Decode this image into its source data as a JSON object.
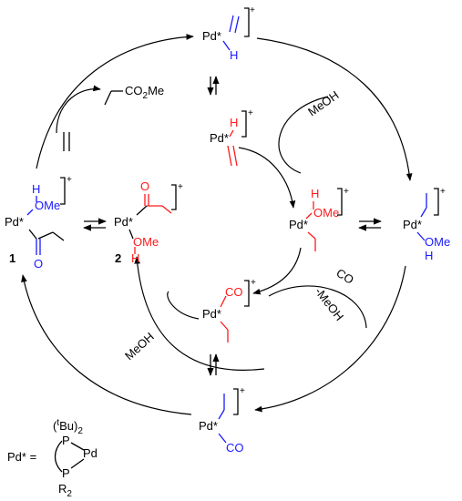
{
  "labels": {
    "pd": "Pd*",
    "plus": "+",
    "h": "H",
    "ome": "OMe",
    "o": "O",
    "co": "CO",
    "co2me": "CO",
    "co2me_sub": "2",
    "co2me_me": "Me",
    "meoh": "MeOH",
    "neg_meoh": "-MeOH",
    "compound_1": "1",
    "compound_2": "2",
    "tbu_open": "(",
    "tbu_t": "t",
    "tbu_close": "Bu)",
    "tbu_sub": "2",
    "p": "P",
    "pd_plain": "Pd",
    "r": "R",
    "r_sub": "2",
    "pd_def": "Pd* ="
  },
  "colors": {
    "black": "#000000",
    "blue": "#1a1aff",
    "red": "#ff1a1a"
  }
}
